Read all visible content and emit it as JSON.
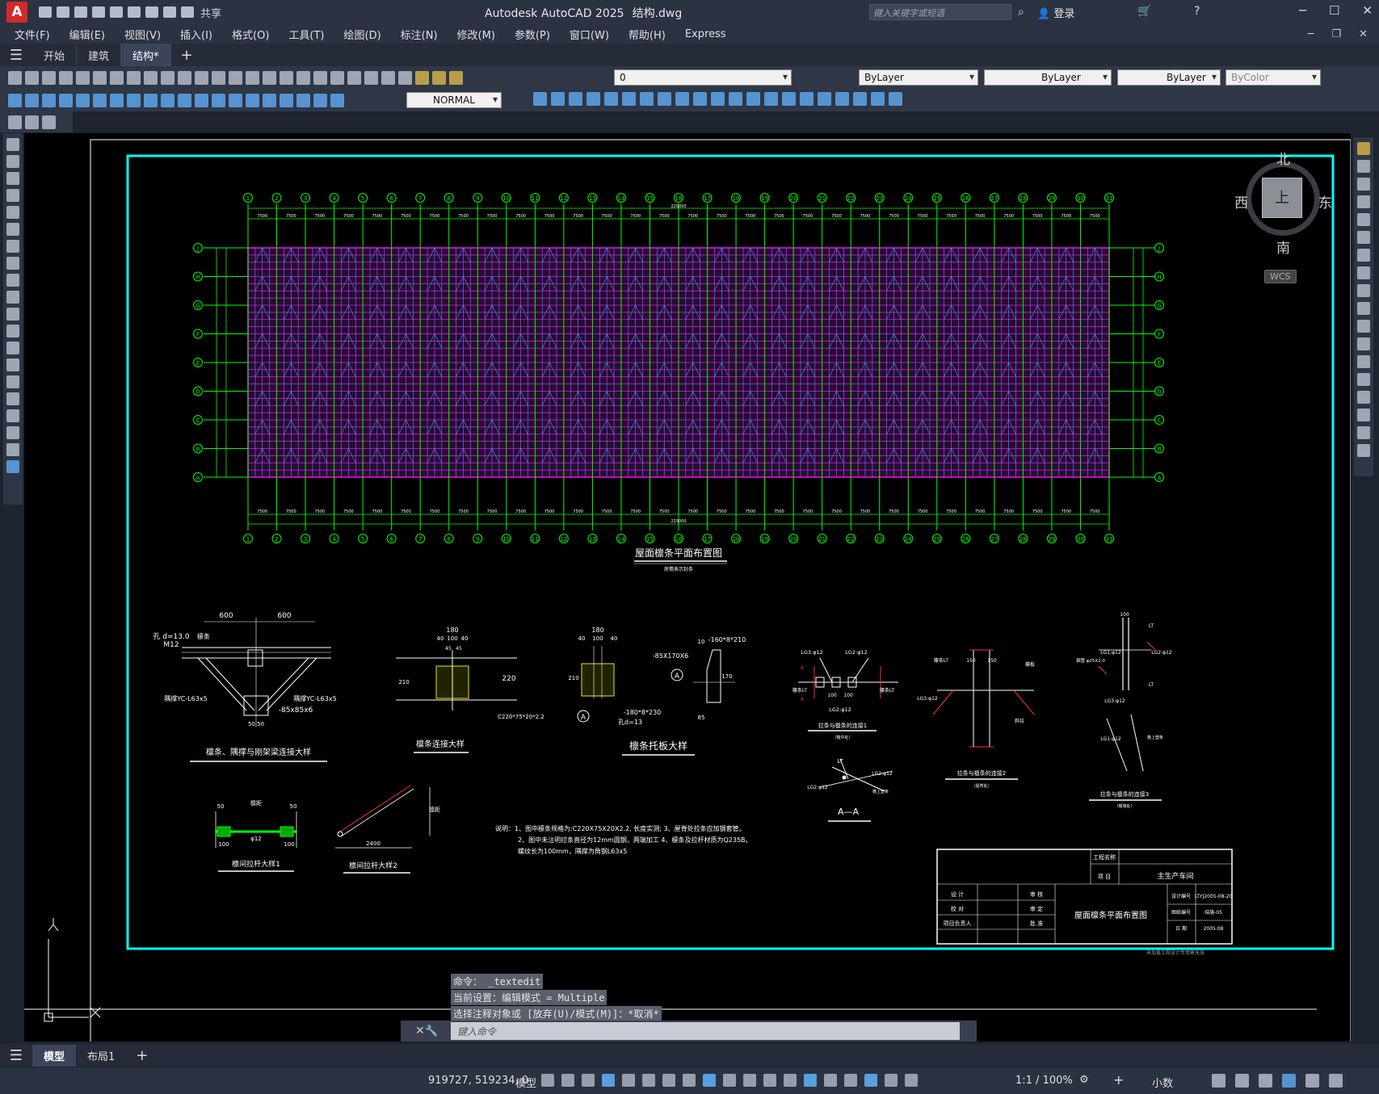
{
  "titlebar": {
    "logo": "A",
    "share": "共享",
    "app_title": "Autodesk AutoCAD 2025",
    "file_name": "结构.dwg",
    "search_placeholder": "键入关键字或短语",
    "login": "登录"
  },
  "menu": [
    "文件(F)",
    "编辑(E)",
    "视图(V)",
    "插入(I)",
    "格式(O)",
    "工具(T)",
    "绘图(D)",
    "标注(N)",
    "修改(M)",
    "参数(P)",
    "窗口(W)",
    "帮助(H)",
    "Express"
  ],
  "doc_tabs": [
    {
      "label": "开始",
      "active": false
    },
    {
      "label": "建筑",
      "active": false
    },
    {
      "label": "结构*",
      "active": true
    }
  ],
  "toolbar": {
    "layer_value": "0",
    "color": "ByLayer",
    "linetype": "ByLayer",
    "lineweight": "ByLayer",
    "plotstyle": "ByColor",
    "text_style": "NORMAL"
  },
  "viewcube": {
    "north": "北",
    "south": "南",
    "west": "西",
    "east": "东",
    "top": "上",
    "wcs": "WCS"
  },
  "drawing": {
    "grid_numbers": [
      "1",
      "2",
      "3",
      "4",
      "5",
      "6",
      "7",
      "8",
      "9",
      "10",
      "11",
      "12",
      "13",
      "14",
      "15",
      "16",
      "17",
      "18",
      "19",
      "20",
      "21",
      "22",
      "23",
      "24",
      "25",
      "26",
      "27",
      "28",
      "29",
      "30",
      "31"
    ],
    "grid_letters": [
      "J",
      "H",
      "G",
      "F",
      "E",
      "D",
      "C",
      "B",
      "A"
    ],
    "bay_dim": "7500",
    "total_dim": "225000",
    "plan_title": "屋面檩条平面布置图",
    "plan_subtitle": "房檐表示封条",
    "detail1_title": "檩条、隅撑与刚架梁连接大样",
    "detail1_labels": [
      "600",
      "600",
      "孔 d=13.0",
      "M12",
      "檩条",
      "隅撑YC-L63x5",
      "隅撑YC-L63x5",
      "-85x85x6",
      "50,50"
    ],
    "detail2_title": "檩条连接大样",
    "detail2_labels": [
      "180",
      "40",
      "100",
      "40",
      "45",
      "45",
      "210",
      "220",
      "C220*75*20*2.2"
    ],
    "detail3_title": "檩条托板大样",
    "detail3_labels": [
      "180",
      "40",
      "100",
      "40",
      "210",
      "-180*8*230",
      "孔d=13",
      "A",
      "-85X170X6",
      "-160*8*210",
      "10",
      "170",
      "85",
      "A"
    ],
    "detail4_title": "拉条与檩条的连接1",
    "detail4_sub": "（檐中处）",
    "detail4_labels": [
      "LG3:φ12",
      "LG2:φ12",
      "檩条LT",
      "檩条LT",
      "100",
      "100",
      "LG2:φ12",
      "A",
      "A"
    ],
    "detail5_title": "拉条与檩条的连接2",
    "detail5_sub": "（屋脊处）",
    "detail5_labels": [
      "檩条LT",
      "150",
      "150",
      "檩板",
      "LG3:φ12",
      "斜拉"
    ],
    "detail6_title": "拉条与檩条的连接3",
    "detail6_sub": "（檐墙处）",
    "detail6_labels": [
      "100",
      "LT",
      "LG1:φ12",
      "LG2:φ12",
      "钢管 φ25X2.0",
      "LT",
      "LG3:φ12",
      "LG1:φ12",
      "檐上塑条"
    ],
    "section_title": "A—A",
    "section_labels": [
      "LT",
      "LG2:φ12",
      "LG2:φ12",
      "檐上塑条"
    ],
    "tie1_title": "檩间拉杆大样1",
    "tie1_labels": [
      "50",
      "檩距",
      "50",
      "100",
      "φ12",
      "100"
    ],
    "tie2_title": "檩间拉杆大样2",
    "tie2_labels": [
      "2400",
      "檩距"
    ],
    "notes": [
      "说明：1、图中檩条规格为:C220X75X20X2.2, 长度实测;  3、屋脊处拉条应加钢套管。",
      "2、图中未注明拉条直径为12mm圆钢，两端加工        4、檩条及拉杆材质为Q235B。",
      "螺纹长为100mm，隅撑为角钢L63x5"
    ],
    "titleblock": {
      "project_label": "工程名称",
      "item_label": "项 目",
      "item_value": "主生产车间",
      "rows": [
        [
          "设 计",
          "",
          "审 核"
        ],
        [
          "校 对",
          "",
          "审 定"
        ],
        [
          "项目负责人",
          "",
          "批 准"
        ]
      ],
      "drawing_name": "屋面檩条平面布置图",
      "meta": [
        [
          "设计编号",
          "LTYJ2005-08-20"
        ],
        [
          "图纸编号",
          "结施-05"
        ],
        [
          "日 期",
          "2005.08"
        ]
      ],
      "footer": "未加盖工程设计专用章无效"
    }
  },
  "commands": [
    "命令： _textedit",
    "当前设置：编辑模式 = Multiple",
    "选择注释对象或 [放弃(U)/模式(M)]：*取消*"
  ],
  "command_placeholder": "键入命令",
  "layout_tabs": [
    {
      "label": "模型",
      "active": true
    },
    {
      "label": "布局1",
      "active": false
    }
  ],
  "status": {
    "coords": "919727, 519234, 0",
    "model": "模型",
    "scale": "1:1 / 100%",
    "units": "小数"
  },
  "colors": {
    "canvas": "#000000",
    "frame": "#00ffff",
    "grid": "#00ff00",
    "purlin": "#ff00ff",
    "brace": "#3aa0ff",
    "dim": "#ffffff",
    "accent": "#e8e800"
  }
}
